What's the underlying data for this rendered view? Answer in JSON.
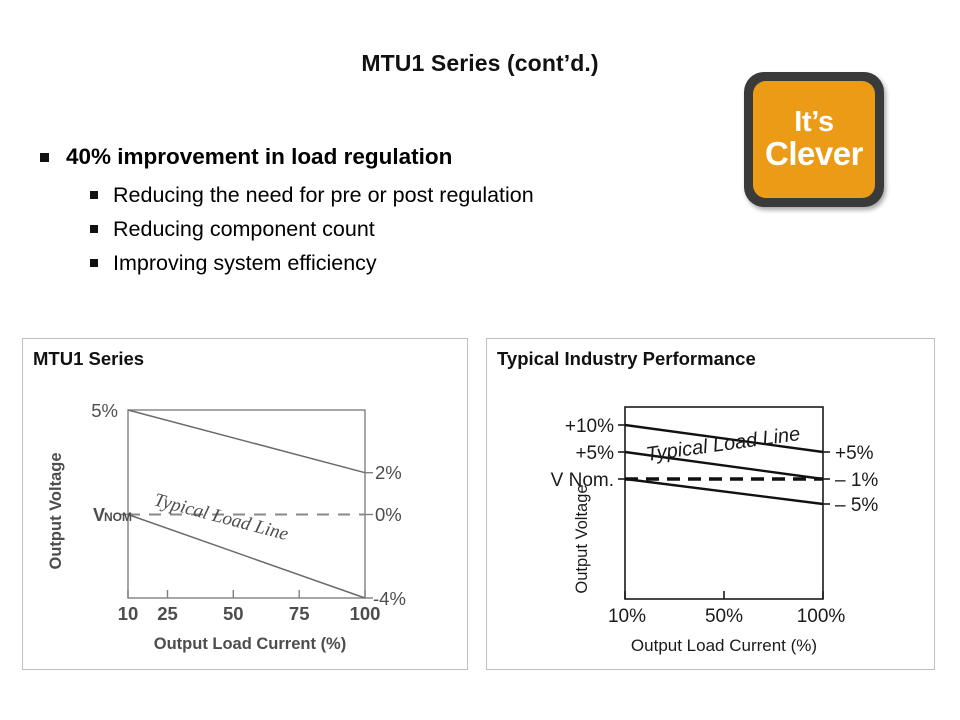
{
  "slide": {
    "title": "MTU1 Series (cont’d.)"
  },
  "bullets": [
    {
      "level": 1,
      "text": "40% improvement in load regulation"
    },
    {
      "level": 2,
      "text": "Reducing the need for pre or post regulation"
    },
    {
      "level": 2,
      "text": "Reducing component count"
    },
    {
      "level": 2,
      "text": "Improving system efficiency"
    }
  ],
  "badge": {
    "line1": "It’s",
    "line2": "Clever",
    "fill_color": "#eb9b16",
    "border_color": "#3a3a3a",
    "text_color": "#ffffff"
  },
  "cards": {
    "left": {
      "title": "MTU1 Series"
    },
    "right": {
      "title": "Typical Industry Performance"
    }
  },
  "chart_data": [
    {
      "id": "mtu1-series-load-regulation",
      "type": "line",
      "title": "MTU1 Series",
      "xlabel": "Output Load Current (%)",
      "ylabel": "Output Voltage",
      "xticks": [
        "10",
        "25",
        "50",
        "75",
        "100"
      ],
      "x": [
        10,
        25,
        50,
        75,
        100
      ],
      "xlim": [
        10,
        100
      ],
      "ylim": [
        -4,
        5
      ],
      "grid": false,
      "legend": null,
      "left_axis_labels": [
        {
          "text": "5%",
          "value": 5
        },
        {
          "text": "V",
          "sub": "NOM",
          "value": 0
        }
      ],
      "right_axis_labels": [
        {
          "text": "2%",
          "value": 2
        },
        {
          "text": "0%",
          "value": 0
        },
        {
          "text": "-4%",
          "value": -4
        }
      ],
      "annotation": "Typical Load Line",
      "series": [
        {
          "name": "upper-limit",
          "style": "solid",
          "points": [
            [
              10,
              5
            ],
            [
              100,
              2
            ]
          ]
        },
        {
          "name": "nominal",
          "style": "dashed",
          "points": [
            [
              10,
              0
            ],
            [
              100,
              0
            ]
          ]
        },
        {
          "name": "lower-limit",
          "style": "solid",
          "points": [
            [
              10,
              0
            ],
            [
              100,
              -4
            ]
          ]
        }
      ]
    },
    {
      "id": "typical-industry-performance",
      "type": "line",
      "title": "Typical Industry Performance",
      "xlabel": "Output Load Current (%)",
      "ylabel": "Output Voltage",
      "xticks": [
        "10%",
        "50%",
        "100%"
      ],
      "x": [
        10,
        50,
        100
      ],
      "xlim": [
        10,
        100
      ],
      "ylim": [
        -25,
        12
      ],
      "grid": false,
      "legend": null,
      "left_axis_labels": [
        {
          "text": "+10%",
          "value": 10
        },
        {
          "text": "+5%",
          "value": 5
        },
        {
          "text": "V Nom.",
          "value": 0
        }
      ],
      "right_axis_labels": [
        {
          "text": "+5%",
          "value": 5
        },
        {
          "text": "– 1%",
          "value": -1
        },
        {
          "text": "– 5%",
          "value": -5
        }
      ],
      "annotation": "Typical Load Line",
      "series": [
        {
          "name": "upper-limit",
          "style": "solid",
          "points": [
            [
              10,
              10
            ],
            [
              100,
              5
            ]
          ]
        },
        {
          "name": "mid-limit",
          "style": "solid",
          "points": [
            [
              10,
              5
            ],
            [
              100,
              -1
            ]
          ]
        },
        {
          "name": "nominal",
          "style": "dashed",
          "points": [
            [
              10,
              0
            ],
            [
              100,
              -1
            ]
          ]
        },
        {
          "name": "lower-limit",
          "style": "solid",
          "points": [
            [
              10,
              0
            ],
            [
              100,
              -5
            ]
          ]
        }
      ]
    }
  ]
}
